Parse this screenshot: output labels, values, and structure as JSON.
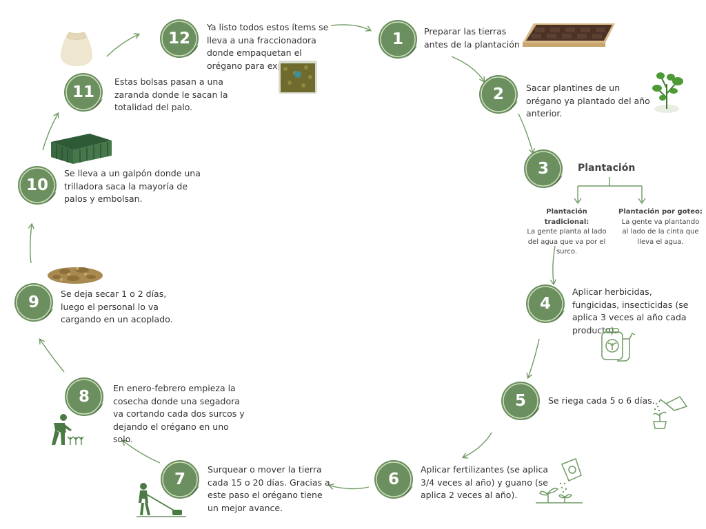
{
  "colors": {
    "green": "#6b8f5f",
    "ring": "#cfe1bf",
    "arrow": "#6f9a63",
    "text": "#333333"
  },
  "steps": [
    {
      "num": "1",
      "text": "Preparar las tierras antes de la plantación"
    },
    {
      "num": "2",
      "text": "Sacar plantines de un orégano ya plantado del año anterior."
    },
    {
      "num": "3",
      "title": "Plantación",
      "branches": [
        {
          "title": "Plantación tradicional:",
          "text": "La gente planta al lado del agua que va por el surco."
        },
        {
          "title": "Plantación por goteo:",
          "text": "La gente va plantando al lado de la cinta que lleva el agua."
        }
      ]
    },
    {
      "num": "4",
      "text": "Aplicar herbicidas, fungicidas, insecticidas (se aplica 3 veces al año cada producto)."
    },
    {
      "num": "5",
      "text": "Se riega cada 5 o 6 días."
    },
    {
      "num": "6",
      "text": "Aplicar fertilizantes (se aplica 3/4 veces al año) y guano (se aplica 2 veces al año)."
    },
    {
      "num": "7",
      "text": "Surquear o mover la tierra cada 15 o 20 días. Gracias a este paso el orégano tiene un mejor avance."
    },
    {
      "num": "8",
      "text": "En enero-febrero empieza la cosecha donde una segadora va cortando cada dos surcos y dejando el orégano en uno solo."
    },
    {
      "num": "9",
      "text": "Se deja secar 1 o 2 días, luego el personal lo va cargando en un acoplado."
    },
    {
      "num": "10",
      "text": "Se lleva a un galpón donde una trilladora saca la mayoría de palos y embolsan."
    },
    {
      "num": "11",
      "text": "Estas bolsas pasan a una zaranda donde le sacan la totalidad del palo."
    },
    {
      "num": "12",
      "text": "Ya listo todos estos ítems se lleva a una fraccionadora donde empaquetan el orégano para exportarlo."
    }
  ],
  "icons": [
    "soil-tray-icon",
    "oregano-plant-icon",
    "sprayer-tank-icon",
    "watering-can-icon",
    "fertilizer-bag-icon",
    "farmer-mower-icon",
    "harvester-farmer-icon",
    "dried-oregano-pile-icon",
    "barn-shed-icon",
    "cloth-bag-icon",
    "oregano-package-icon"
  ]
}
